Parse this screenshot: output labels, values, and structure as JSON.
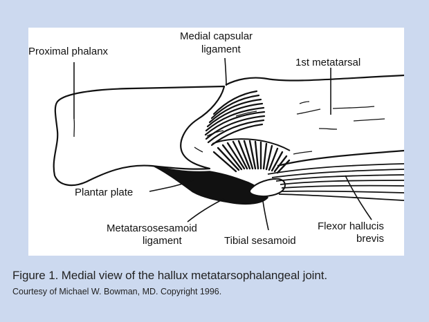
{
  "figure": {
    "labels": {
      "proximal_phalanx": "Proximal phalanx",
      "medial_capsular_line1": "Medial capsular",
      "medial_capsular_line2": "ligament",
      "first_metatarsal": "1st metatarsal",
      "plantar_plate": "Plantar plate",
      "metatarsosesamoid_line1": "Metatarsosesamoid",
      "metatarsosesamoid_line2": "ligament",
      "tibial_sesamoid": "Tibial sesamoid",
      "flexor_line1": "Flexor hallucis",
      "flexor_line2": "brevis"
    }
  },
  "caption": {
    "title": "Figure 1. Medial view of the hallux metatarsophalangeal joint.",
    "credit": "Courtesy of Michael W. Bowman, MD. Copyright 1996."
  },
  "colors": {
    "background": "#ccd9ef",
    "panel": "#ffffff",
    "ink": "#111111"
  }
}
